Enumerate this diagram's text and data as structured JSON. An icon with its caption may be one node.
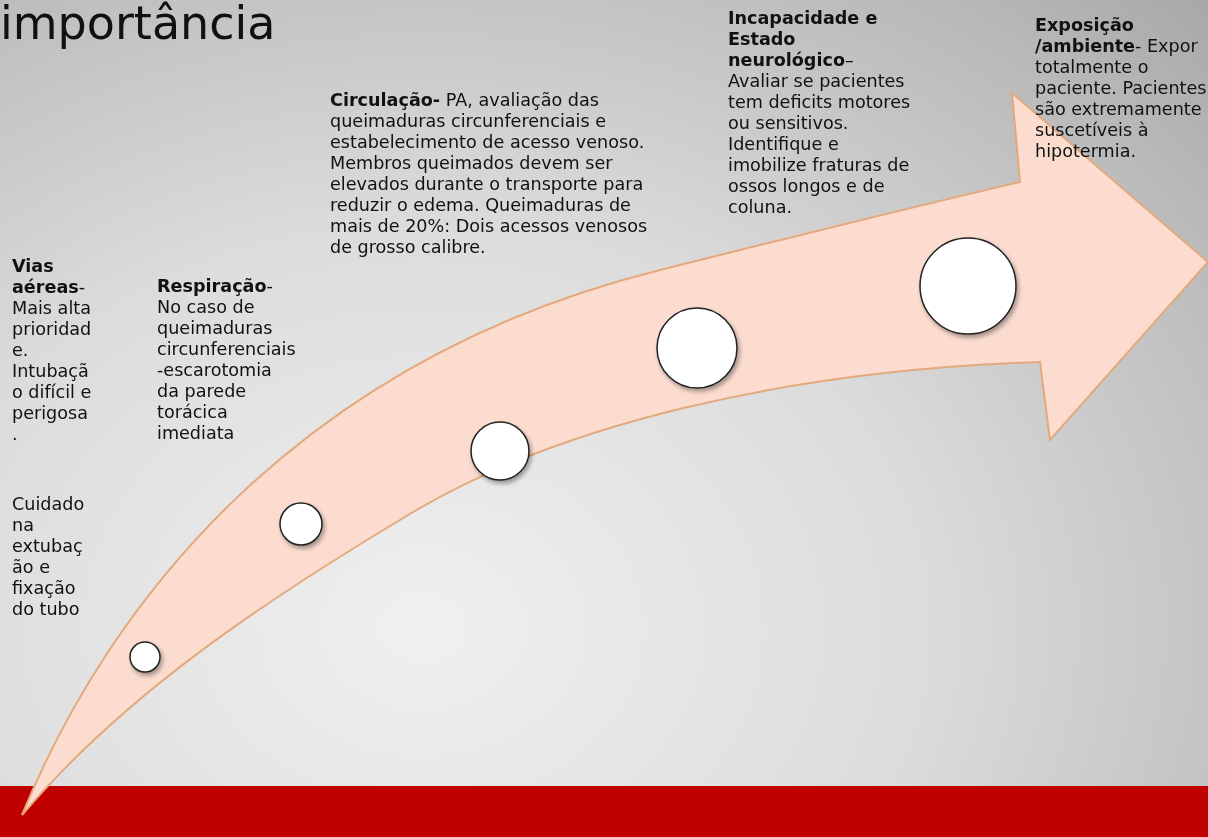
{
  "diagram": {
    "title": "importância",
    "nodes": [
      {
        "text": [],
        "shape": "circle"
      },
      {
        "text": [],
        "shape": "circle"
      },
      {
        "text": [],
        "shape": "circle"
      },
      {
        "text": [],
        "shape": "circle"
      },
      {
        "text": [],
        "shape": "circle"
      }
    ],
    "labels": [
      "**Vias aéreas**- Mais alta prioridade. Intubação difícil e perigosa.",
      "Cuidado na extubação e fixação do tubo",
      "**Respiração**- No caso de queimaduras circunferenciais-escarotomia da parede torácica imediata",
      "**Circulação-** PA, avaliação das queimaduras circunferenciais e estabelecimento de acesso venoso. Membros queimados devem ser elevados durante o transporte para reduzir o edema. Queimaduras de mais de 20%: Dois acessos venosos de grosso calibre.",
      "**Incapacidade e Estado neurológico**– Avaliar se pacientes tem deficits motores ou sensitivos. Identifique e imobilize fraturas de ossos longos e de coluna.",
      "**Exposição /ambiente**- Expor totalmente o paciente. Pacientes são extremamente suscetíveis à hipotermia."
    ]
  }
}
